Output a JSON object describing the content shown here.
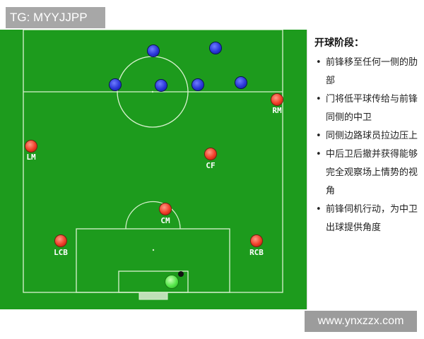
{
  "watermark_top": "TG: MYYJJPP",
  "watermark_bottom": "www.ynxzzx.com",
  "panel": {
    "title": "开球阶段：",
    "items": [
      "前锋移至任何一侧的肋部",
      "门将低平球传给与前锋同侧的中卫",
      "同侧边路球员拉边压上",
      "中后卫后撤并获得能够完全观察场上情势的视角",
      "前锋伺机行动，为中卫出球提供角度"
    ]
  },
  "players": {
    "rm": "RM",
    "lm": "LM",
    "cf": "CF",
    "cm": "CM",
    "lcb": "LCB",
    "rcb": "RCB"
  },
  "colors": {
    "pitch": "#1d9b1d",
    "line": "#d9f2d0",
    "team_red": "#f03c28",
    "team_blue": "#2a36d8",
    "goalkeeper": "#55e64a"
  }
}
